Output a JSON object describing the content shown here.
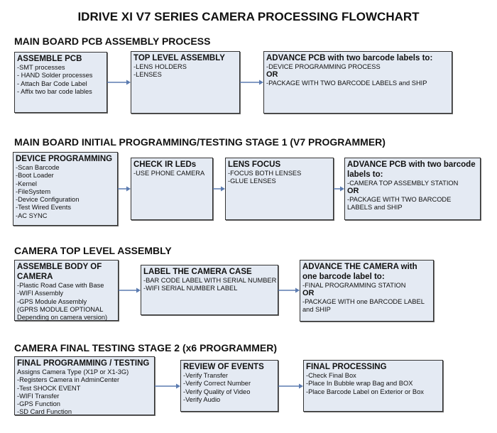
{
  "title": "IDRIVE XI V7 SERIES CAMERA PROCESSING FLOWCHART",
  "colors": {
    "box_fill": "#e4eaf3",
    "arrow": "#5b7bb0",
    "border": "#333333"
  },
  "sections": [
    {
      "heading": "MAIN BOARD PCB ASSEMBLY PROCESS",
      "boxes": [
        {
          "title": "ASSEMBLE PCB",
          "lines": [
            " -SMT processes",
            "- HAND Solder processes",
            "- Attach Bar Code Label",
            "- Affix two bar code lables"
          ]
        },
        {
          "title": "TOP LEVEL ASSEMBLY",
          "lines": [
            "-LENS HOLDERS",
            "-LENSES"
          ]
        },
        {
          "title": "ADVANCE PCB with two barcode labels to:",
          "lines": [
            "-DEVICE PROGRAMMING PROCESS",
            "OR",
            "-PACKAGE WITH TWO BARCODE LABELS and SHIP"
          ]
        }
      ]
    },
    {
      "heading": "MAIN BOARD INITIAL PROGRAMMING/TESTING STAGE 1 (V7 PROGRAMMER)",
      "boxes": [
        {
          "title": "DEVICE PROGRAMMING",
          "lines": [
            "-Scan Barcode",
            "-Boot Loader",
            "-Kernel",
            "-FileSystem",
            "-Device Configuration",
            "-Test Wired Events",
            "-AC SYNC"
          ]
        },
        {
          "title": "CHECK IR LEDs",
          "lines": [
            "-USE PHONE CAMERA"
          ]
        },
        {
          "title": "LENS FOCUS",
          "lines": [
            "-FOCUS BOTH LENSES",
            "-GLUE LENSES"
          ]
        },
        {
          "title": "ADVANCE PCB with two barcode labels to:",
          "lines": [
            "-CAMERA TOP ASSEMBLY STATION",
            "OR",
            "-PACKAGE WITH TWO BARCODE LABELS and SHIP"
          ]
        }
      ]
    },
    {
      "heading": "CAMERA TOP LEVEL ASSEMBLY",
      "boxes": [
        {
          "title": "ASSEMBLE BODY OF CAMERA",
          "lines": [
            "-Plastic Road Case with Base",
            "-WIFI Assembly",
            "-GPS Module Assembly",
            "(GPRS MODULE OPTIONAL",
            "Depending on camera version)"
          ]
        },
        {
          "title": "LABEL THE CAMERA CASE",
          "lines": [
            "-BAR CODE LABEL WITH SERIAL NUMBER",
            "-WIFI SERIAL NUMBER LABEL"
          ]
        },
        {
          "title": "ADVANCE THE CAMERA with one barcode label to:",
          "lines": [
            "-FINAL PROGRAMMING STATION",
            " OR",
            "-PACKAGE WITH one BARCODE LABEL and SHIP"
          ]
        }
      ]
    },
    {
      "heading": "CAMERA FINAL TESTING STAGE 2 (x6 PROGRAMMER)",
      "boxes": [
        {
          "title": "FINAL PROGRAMMING / TESTING",
          "lines": [
            "Assigns Camera Type (X1P or X1-3G)",
            "-Registers Camera in AdminCenter",
            "-Test SHOCK EVENT",
            "-WIFI Transfer",
            "-GPS Function",
            "-SD Card Function"
          ]
        },
        {
          "title": "REVIEW OF EVENTS",
          "lines": [
            "-Verify Transfer",
            "-Verify Correct Number",
            "-Verify Quality of Video",
            "-Verify Audio"
          ]
        },
        {
          "title": "FINAL PROCESSING",
          "lines": [
            " -Check Final Box",
            "-Place In Bubble wrap Bag and BOX",
            "-Place Barcode Label on Exterior or Box"
          ]
        }
      ]
    }
  ]
}
